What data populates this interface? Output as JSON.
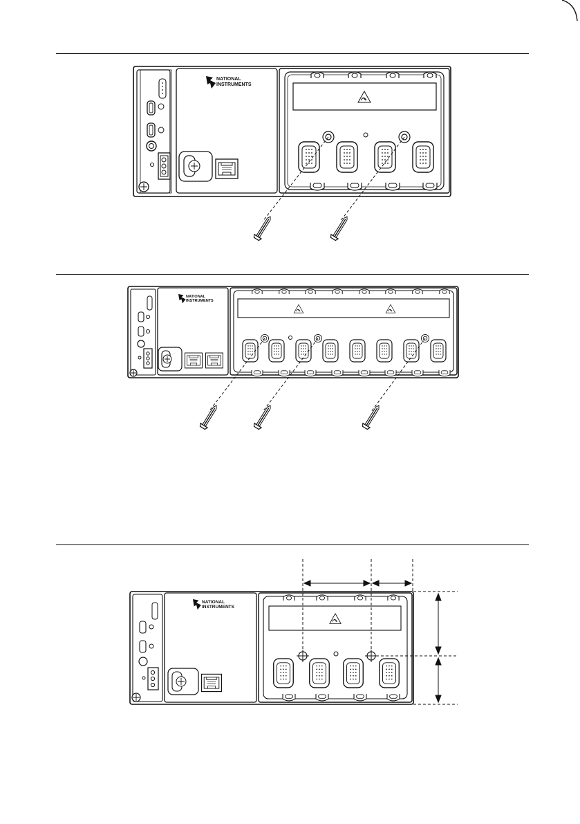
{
  "page": {
    "edge_mark_color": "#111111"
  },
  "brand": {
    "line1": "NATIONAL",
    "line2": "INSTRUMENTS",
    "logo_icon": "ni-eagle-icon"
  },
  "figures": [
    {
      "id": "four-slot-mounting",
      "module_slots": 4,
      "screws": 2
    },
    {
      "id": "eight-slot-mounting",
      "module_slots": 8,
      "screws": 3
    },
    {
      "id": "four-slot-dimensions",
      "module_slots": 4,
      "screws": 0
    }
  ],
  "colors": {
    "line": "#111111",
    "background": "#ffffff"
  }
}
